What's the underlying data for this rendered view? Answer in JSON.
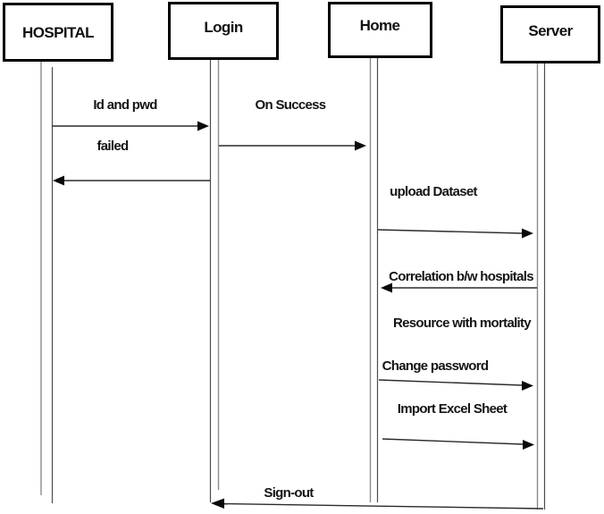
{
  "diagram": {
    "type": "uml-sequence-diagram",
    "colors": {
      "background": "#ffffff",
      "box_border": "#000000",
      "box_fill": "#ffffff",
      "lifeline_gray": "#8a8a8a",
      "lifeline_dark": "#4d4d4d",
      "arrow": "#2b2b2b",
      "text": "#141414"
    },
    "actors": [
      {
        "name": "HOSPITAL"
      },
      {
        "name": "Login"
      },
      {
        "name": "Home"
      },
      {
        "name": "Server"
      }
    ],
    "messages": [
      {
        "label": "Id and pwd",
        "from": "HOSPITAL",
        "to": "Login",
        "direction": "right"
      },
      {
        "label": "On Success",
        "from": "Login",
        "to": "Home",
        "direction": "right"
      },
      {
        "label": "failed",
        "from": "Login",
        "to": "HOSPITAL",
        "direction": "left"
      },
      {
        "label": "upload Dataset",
        "from": "Home",
        "to": "Server",
        "direction": "right"
      },
      {
        "label": "Correlation b/w hospitals",
        "from": "Server",
        "to": "Home",
        "direction": "left"
      },
      {
        "label": "Resource with mortality",
        "from": "Server",
        "to": "Home",
        "direction": "none"
      },
      {
        "label": "Change password",
        "from": "Home",
        "to": "Server",
        "direction": "right"
      },
      {
        "label": "Import Excel Sheet",
        "from": "Home",
        "to": "Server",
        "direction": "right"
      },
      {
        "label": "Sign-out",
        "from": "Server",
        "to": "Login",
        "direction": "left"
      }
    ]
  }
}
